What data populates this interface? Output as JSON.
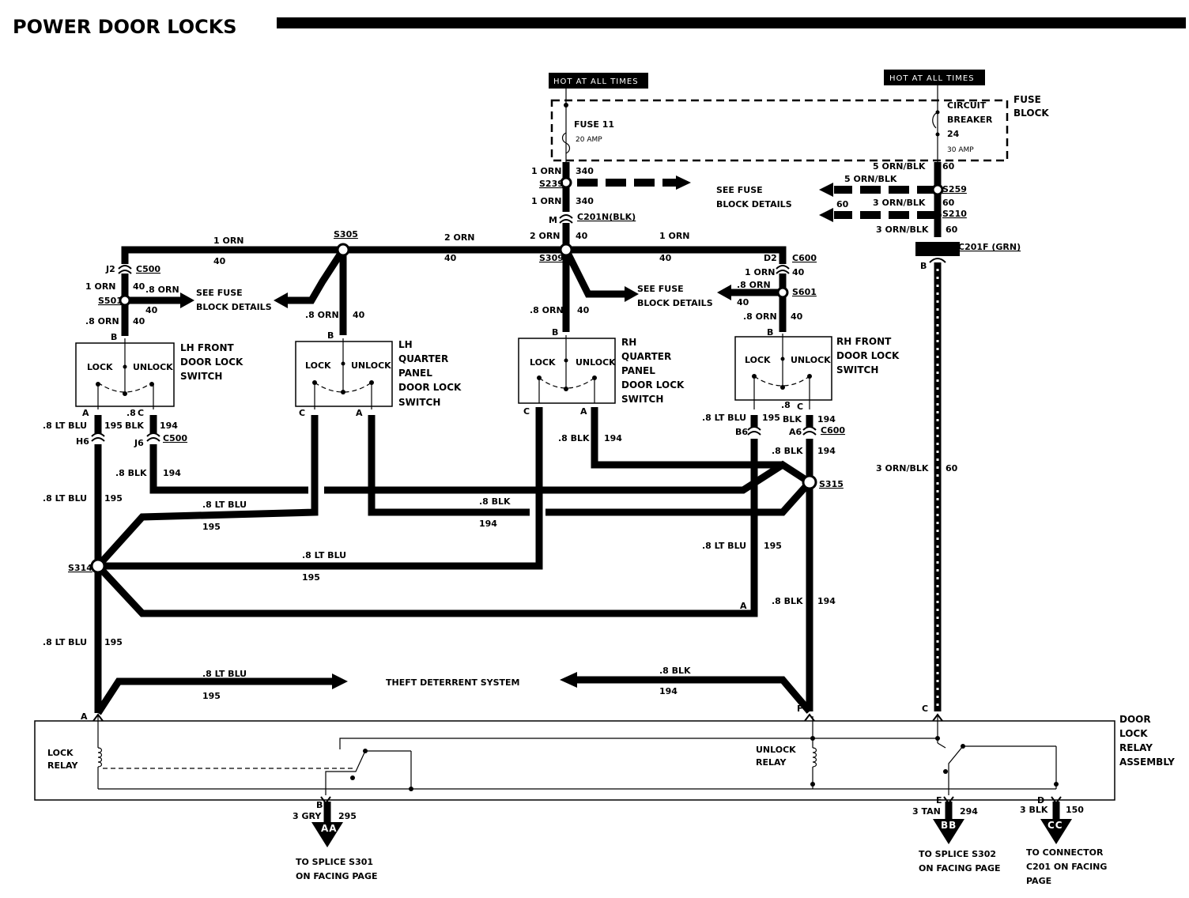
{
  "title": "POWER DOOR LOCKS",
  "hot": [
    "HOT AT ALL TIMES",
    "HOT AT ALL TIMES"
  ],
  "fuse_block": {
    "label": [
      "FUSE",
      "BLOCK"
    ],
    "fuse": [
      "FUSE 11",
      "20 AMP"
    ],
    "breaker": [
      "CIRCUIT",
      "BREAKER",
      "24",
      "30 AMP"
    ]
  },
  "see_fuse": [
    "SEE FUSE",
    "BLOCK DETAILS"
  ],
  "theft": "THEFT DETERRENT SYSTEM",
  "relay_assembly": [
    "DOOR",
    "LOCK",
    "RELAY",
    "ASSEMBLY"
  ],
  "lock_relay": [
    "LOCK",
    "RELAY"
  ],
  "unlock_relay": [
    "UNLOCK",
    "RELAY"
  ],
  "switches": {
    "lh_front": [
      "LH FRONT",
      "DOOR LOCK",
      "SWITCH"
    ],
    "lh_quarter": [
      "LH",
      "QUARTER",
      "PANEL",
      "DOOR LOCK",
      "SWITCH"
    ],
    "rh_quarter": [
      "RH",
      "QUARTER",
      "PANEL",
      "DOOR LOCK",
      "SWITCH"
    ],
    "rh_front": [
      "RH FRONT",
      "DOOR LOCK",
      "SWITCH"
    ],
    "lock": "LOCK",
    "unlock": "UNLOCK"
  },
  "offpage": {
    "aa": {
      "badge": "AA",
      "wire": "3 GRY",
      "circuit": "295",
      "pin": "B",
      "text": [
        "TO SPLICE S301",
        "ON FACING PAGE"
      ]
    },
    "bb": {
      "badge": "BB",
      "wire": "3 TAN",
      "circuit": "294",
      "pin": "E",
      "text": [
        "TO SPLICE S302",
        "ON FACING PAGE"
      ]
    },
    "cc": {
      "badge": "CC",
      "wire": "3 BLK",
      "circuit": "150",
      "pin": "D",
      "text": [
        "TO CONNECTOR",
        "C201 ON  FACING",
        "PAGE"
      ]
    }
  },
  "labels": {
    "s239": "S239",
    "s259": "S259",
    "s210": "S210",
    "s305": "S305",
    "s309": "S309",
    "s501": "S501",
    "s601": "S601",
    "s314": "S314",
    "s315": "S315",
    "c201n": "C201N(BLK)",
    "c201f": "C201F (GRN)",
    "c500": "C500",
    "c600": "C600",
    "w1orn": "1 ORN",
    "w2orn": "2 ORN",
    "w8orn": ".8 ORN",
    "w5ornblk": "5 ORN/BLK",
    "w3ornblk": "3 ORN/BLK",
    "w8ltblu": ".8 LT BLU",
    "w8blk": ".8 BLK",
    "w8": ".8",
    "blk": "BLK",
    "n40": "40",
    "n60": "60",
    "n340": "340",
    "n194": "194",
    "n195": "195",
    "pA": "A",
    "pB": "B",
    "pC": "C",
    "pF": "F",
    "pM": "M",
    "pJ2": "J2",
    "pD2": "D2",
    "pH6": "H6",
    "pJ6": "J6",
    "pB6": "B6",
    "pA6": "A6"
  }
}
